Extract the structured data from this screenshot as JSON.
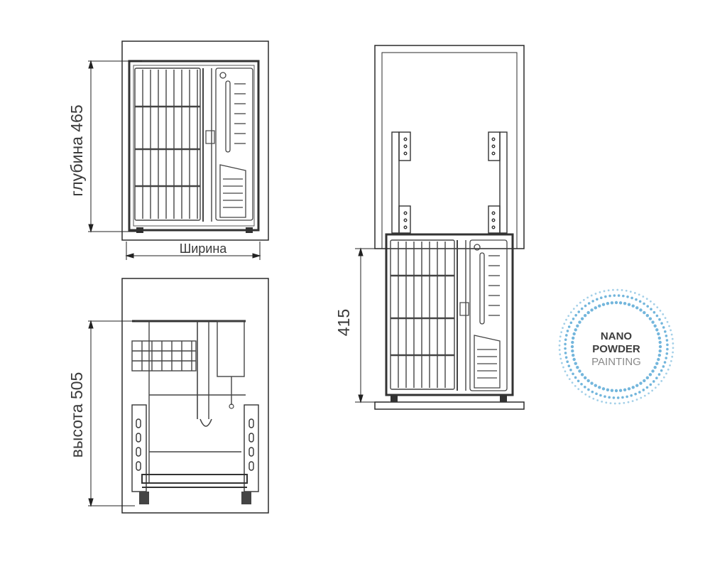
{
  "dimensions": {
    "depth_label": "глубина 465",
    "width_label": "Ширина",
    "height_label": "высота 505",
    "open_height_label": "415"
  },
  "logo": {
    "line1": "NANO",
    "line2": "POWDER",
    "line3": "PAINTING",
    "dot_color": "#5aa9d6"
  },
  "colors": {
    "cabinet": "#2b2b2b",
    "basket": "#333333",
    "dimension_line": "#222222"
  }
}
